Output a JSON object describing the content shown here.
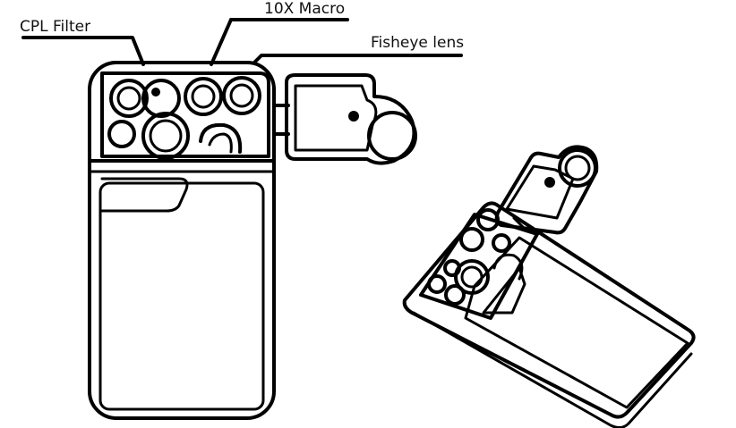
{
  "labels": {
    "cpl_filter": "CPL Filter",
    "macro": "10X Macro",
    "fisheye": "Fisheye lens"
  },
  "colors": {
    "line": "#000000",
    "background": "#ffffff"
  }
}
